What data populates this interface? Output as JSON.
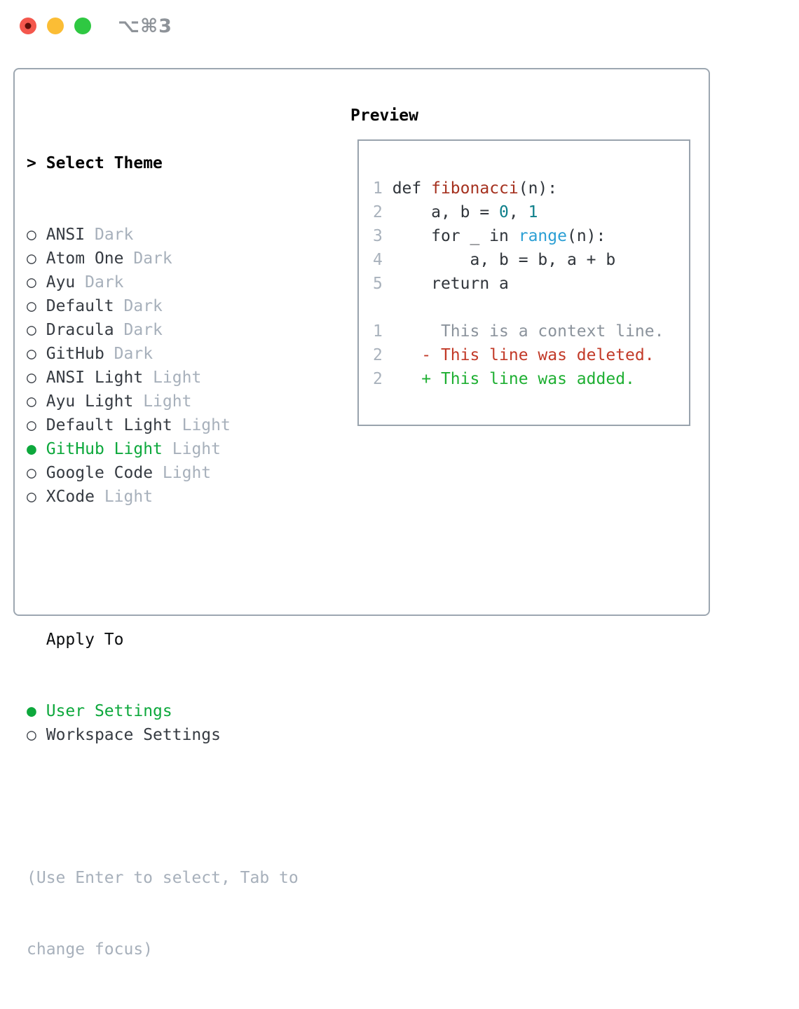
{
  "window": {
    "titlebar": {
      "shortcut_label": "⌥⌘3"
    }
  },
  "theme_panel": {
    "header": {
      "marker": ">",
      "label": "Select Theme"
    },
    "themes": [
      {
        "marker": "○",
        "name": "ANSI",
        "variant": "Dark",
        "state": "unselected"
      },
      {
        "marker": "○",
        "name": "Atom One",
        "variant": "Dark",
        "state": "unselected"
      },
      {
        "marker": "○",
        "name": "Ayu",
        "variant": "Dark",
        "state": "unselected"
      },
      {
        "marker": "○",
        "name": "Default",
        "variant": "Dark",
        "state": "unselected"
      },
      {
        "marker": "○",
        "name": "Dracula",
        "variant": "Dark",
        "state": "unselected"
      },
      {
        "marker": "○",
        "name": "GitHub",
        "variant": "Dark",
        "state": "unselected"
      },
      {
        "marker": "○",
        "name": "ANSI Light",
        "variant": "Light",
        "state": "unselected"
      },
      {
        "marker": "○",
        "name": "Ayu Light",
        "variant": "Light",
        "state": "unselected"
      },
      {
        "marker": "○",
        "name": "Default Light",
        "variant": "Light",
        "state": "unselected"
      },
      {
        "marker": "●",
        "name": "GitHub Light",
        "variant": "Light",
        "state": "selected"
      },
      {
        "marker": "○",
        "name": "Google Code",
        "variant": "Light",
        "state": "unselected"
      },
      {
        "marker": "○",
        "name": "XCode",
        "variant": "Light",
        "state": "unselected"
      }
    ],
    "apply_to": {
      "label": "Apply To",
      "options": [
        {
          "marker": "●",
          "label": "User Settings",
          "state": "selected"
        },
        {
          "marker": "○",
          "label": "Workspace Settings",
          "state": "unselected"
        }
      ]
    },
    "hint_lines": [
      "(Use Enter to select, Tab to",
      "change focus)"
    ]
  },
  "preview": {
    "label": "Preview",
    "code_lines": [
      {
        "num": "1",
        "segments": [
          {
            "text": " def ",
            "style": "code"
          },
          {
            "text": "fibonacci",
            "style": "function"
          },
          {
            "text": "(n):",
            "style": "code"
          }
        ]
      },
      {
        "num": "2",
        "segments": [
          {
            "text": "     a, b = ",
            "style": "code"
          },
          {
            "text": "0",
            "style": "number"
          },
          {
            "text": ", ",
            "style": "code"
          },
          {
            "text": "1",
            "style": "number"
          }
        ]
      },
      {
        "num": "3",
        "segments": [
          {
            "text": "     for _ in ",
            "style": "code"
          },
          {
            "text": "range",
            "style": "builtin"
          },
          {
            "text": "(n):",
            "style": "code"
          }
        ]
      },
      {
        "num": "4",
        "segments": [
          {
            "text": "         a, b = b, a + b",
            "style": "code"
          }
        ]
      },
      {
        "num": "5",
        "segments": [
          {
            "text": "     return a",
            "style": "code"
          }
        ]
      },
      {
        "num": "",
        "segments": []
      },
      {
        "num": "1",
        "segments": [
          {
            "text": "      This is a context line.",
            "style": "context"
          }
        ]
      },
      {
        "num": "2",
        "segments": [
          {
            "text": "    - This line was deleted.",
            "style": "deleted"
          }
        ]
      },
      {
        "num": "2",
        "segments": [
          {
            "text": "    + This line was added.",
            "style": "added"
          }
        ]
      }
    ]
  },
  "colors": {
    "accent_green": "#0da83c",
    "diff_added_green": "#1eaf32",
    "diff_deleted_red": "#c23a28",
    "function_red": "#a5311f",
    "number_teal": "#0d7f8a",
    "builtin_blue": "#2b9fd4",
    "muted_gray": "#a7b0bb",
    "code_foreground": "#30353b",
    "border_gray": "#9da7b1",
    "traffic_red": "#f4574d",
    "traffic_yellow": "#fbbd35",
    "traffic_green": "#2fc842"
  }
}
